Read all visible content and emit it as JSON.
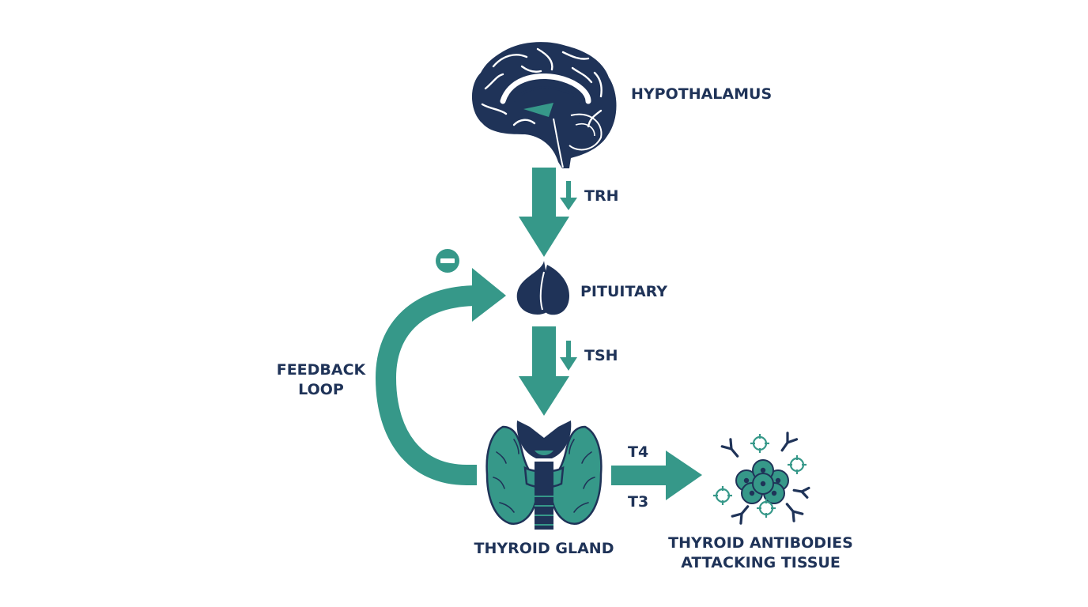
{
  "colors": {
    "navy": "#1f3358",
    "teal": "#369889",
    "text": "#1f3358",
    "background": "#ffffff"
  },
  "icons": {
    "brain": "brain-icon",
    "pituitary": "pituitary-gland-icon",
    "thyroid": "thyroid-gland-icon",
    "antibodies": "antibody-cluster-icon",
    "inhibition": "minus-circle-icon"
  },
  "labels": {
    "hypothalamus": "HYPOTHALAMUS",
    "trh": "TRH",
    "pituitary": "PITUITARY",
    "tsh": "TSH",
    "feedback_line1": "FEEDBACK",
    "feedback_line2": "LOOP",
    "thyroid_gland": "THYROID GLAND",
    "t4": "T4",
    "t3": "T3",
    "antibodies_line1": "THYROID ANTIBODIES",
    "antibodies_line2": "ATTACKING TISSUE"
  }
}
